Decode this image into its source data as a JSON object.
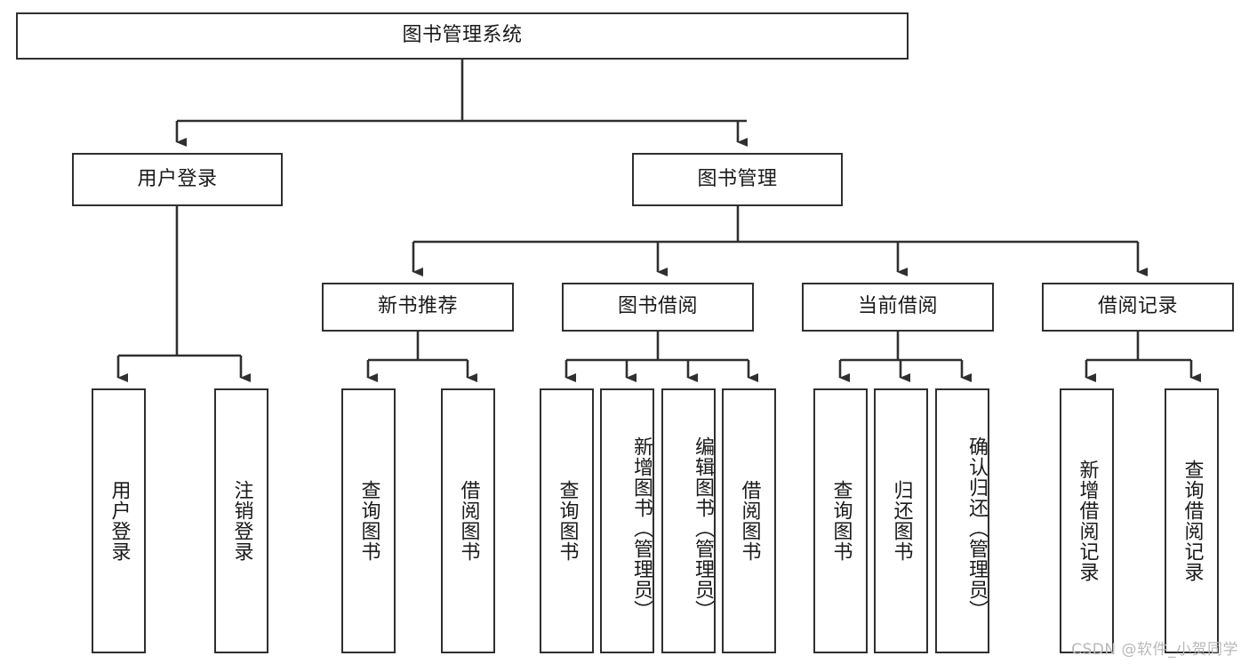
{
  "diagram": {
    "title": "图书管理系统",
    "type": "tree-hierarchy",
    "watermark": "CSDN @软件_小贺同学",
    "colors": {
      "background": "#ffffff",
      "node_border": "#2f2f2f",
      "node_fill": "#ffffff",
      "connector": "#2f2f2f",
      "text": "#1a1a1a",
      "watermark": "#b9b9b9"
    },
    "root": {
      "label": "图书管理系统"
    },
    "level2": [
      {
        "label": "用户登录"
      },
      {
        "label": "图书管理"
      }
    ],
    "level3": [
      {
        "label": "新书推荐"
      },
      {
        "label": "图书借阅"
      },
      {
        "label": "当前借阅"
      },
      {
        "label": "借阅记录"
      }
    ],
    "leaves": {
      "user_login": [
        {
          "label": "用户登录"
        },
        {
          "label": "注销登录"
        }
      ],
      "new_book_recommend": [
        {
          "label": "查询图书"
        },
        {
          "label": "借阅图书"
        }
      ],
      "book_borrow": [
        {
          "label": "查询图书"
        },
        {
          "label": "新增图书（管理员）"
        },
        {
          "label": "编辑图书（管理员）"
        },
        {
          "label": "借阅图书"
        }
      ],
      "current_borrow": [
        {
          "label": "查询图书"
        },
        {
          "label": "归还图书"
        },
        {
          "label": "确认归还（管理员）"
        }
      ],
      "borrow_record": [
        {
          "label": "新增借阅记录"
        },
        {
          "label": "查询借阅记录"
        }
      ]
    }
  }
}
